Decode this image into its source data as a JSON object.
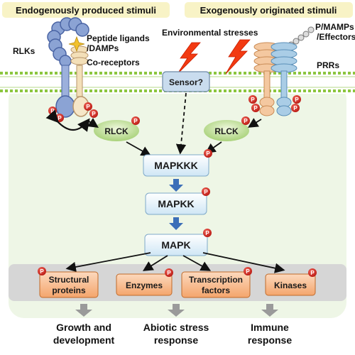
{
  "header": {
    "left": "Endogenously produced stimuli",
    "right": "Exogenously originated stimuli"
  },
  "left_receptor": {
    "rlks": "RLKs",
    "ligand_line1": "Peptide ligands",
    "ligand_line2": "/DAMPs",
    "coreceptors": "Co-receptors"
  },
  "center": {
    "env_stresses": "Environmental stresses",
    "sensor": "Sensor?"
  },
  "right_receptor": {
    "pamp_line1": "P/MAMPs",
    "pamp_line2": "/Effectors",
    "prrs": "PRRs"
  },
  "rlck_label": "RLCK",
  "p_label": "P",
  "cascade": {
    "mapkkk": "MAPKKK",
    "mapkk": "MAPKK",
    "mapk": "MAPK"
  },
  "targets": {
    "structural_line1": "Structural",
    "structural_line2": "proteins",
    "enzymes": "Enzymes",
    "transcription_line1": "Transcription",
    "transcription_line2": "factors",
    "kinases": "Kinases"
  },
  "outcomes": {
    "growth_line1": "Growth and",
    "growth_line2": "development",
    "abiotic_line1": "Abiotic stress",
    "abiotic_line2": "response",
    "immune_line1": "Immune",
    "immune_line2": "response"
  },
  "colors": {
    "header_bg": "#f8f3c6",
    "membrane": "#8cc63f",
    "cell_bg": "#eef6e6",
    "cascade_box": "#d9ecf7",
    "target_box": "#f7b98a",
    "target_panel": "#d6d6d6",
    "rlck": "#c7e39c",
    "phospho": "#d7261e",
    "lightning": "#f23a12",
    "cascade_arrow": "#3c6fb8",
    "output_arrow": "#9a9a9a"
  }
}
